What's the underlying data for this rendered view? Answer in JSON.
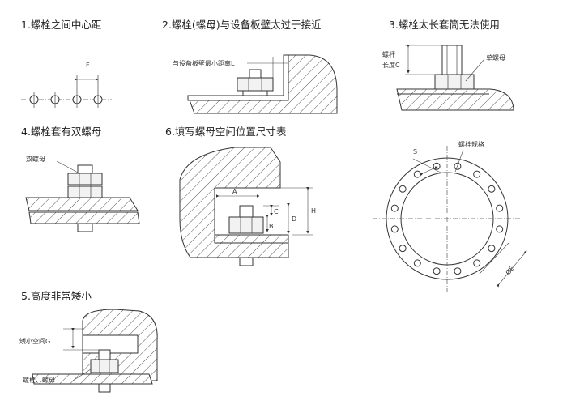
{
  "sections": [
    {
      "id": "s1",
      "title": "1.螺栓之间中心距",
      "labels": {
        "f": "F"
      }
    },
    {
      "id": "s2",
      "title": "2.螺栓(螺母)与设备板壁太过于接近",
      "labels": {
        "l": "与设备板壁最小距离L"
      }
    },
    {
      "id": "s3",
      "title": "3.螺栓太长套筒无法使用",
      "labels": {
        "rod": "螺杆",
        "len": "长度C",
        "nut": "单螺母"
      }
    },
    {
      "id": "s4",
      "title": "4.螺栓套有双螺母",
      "labels": {
        "dn": "双螺母"
      }
    },
    {
      "id": "s6",
      "title": "6.填写螺母空间位置尺寸表",
      "labels": {
        "a": "A",
        "b": "B",
        "c": "C",
        "d": "D",
        "h": "H"
      }
    },
    {
      "id": "s7",
      "labels": {
        "s": "S",
        "spec": "螺栓规格",
        "e": "ØE"
      }
    },
    {
      "id": "s5",
      "title": "5.高度非常矮小",
      "labels": {
        "g": "矮小空间G",
        "bn": "螺栓、螺母"
      }
    }
  ]
}
